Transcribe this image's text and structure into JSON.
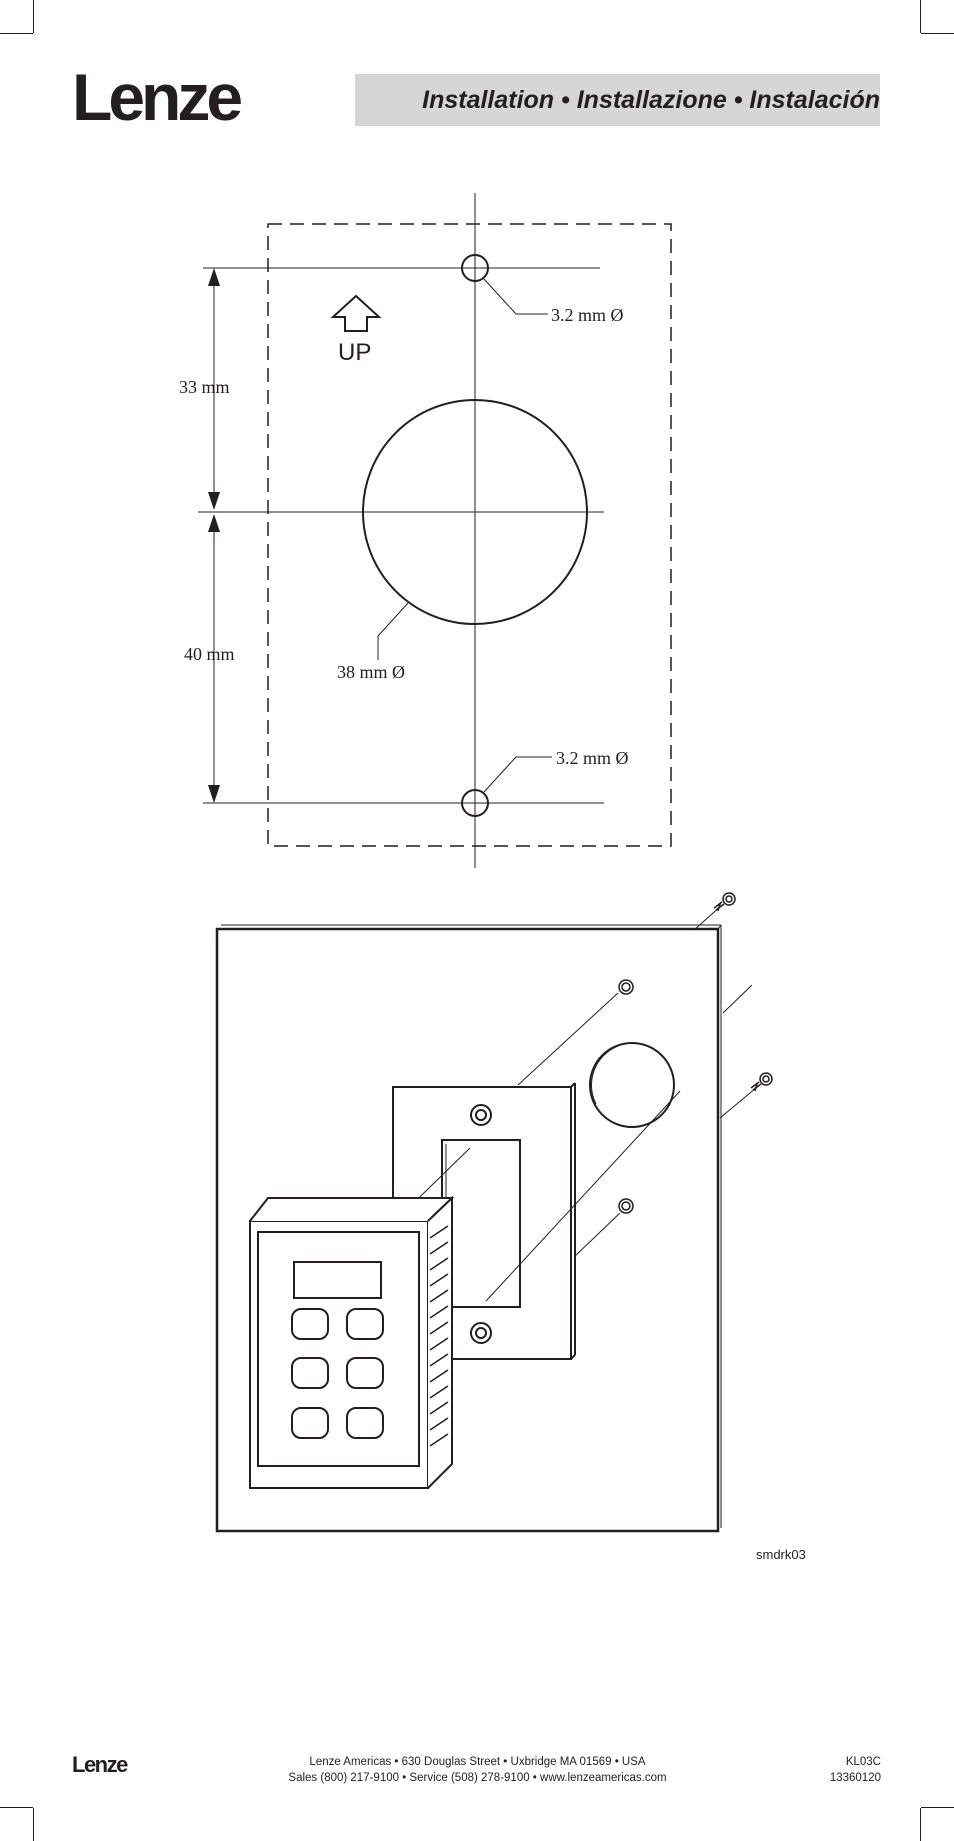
{
  "header": {
    "logo_text": "Lenze",
    "title": "Installation • Installazione • Instalación"
  },
  "drawing": {
    "top_hole_label": "3.2 mm Ø",
    "bottom_hole_label": "3.2 mm Ø",
    "center_hole_label": "38 mm Ø",
    "upper_dimension": "33 mm",
    "lower_dimension": "40 mm",
    "up_label": "UP",
    "figure_code": "smdrk03"
  },
  "footer": {
    "logo_text": "Lenze",
    "address_line": "Lenze Americas • 630 Douglas Street • Uxbridge MA 01569 • USA",
    "contact_line": "Sales (800) 217-9100 • Service (508) 278-9100 • www.lenzeamericas.com",
    "doc_code": "KL03C",
    "doc_number": "13360120"
  },
  "colors": {
    "ink": "#231f20",
    "title_bar": "#d6d6d6"
  }
}
